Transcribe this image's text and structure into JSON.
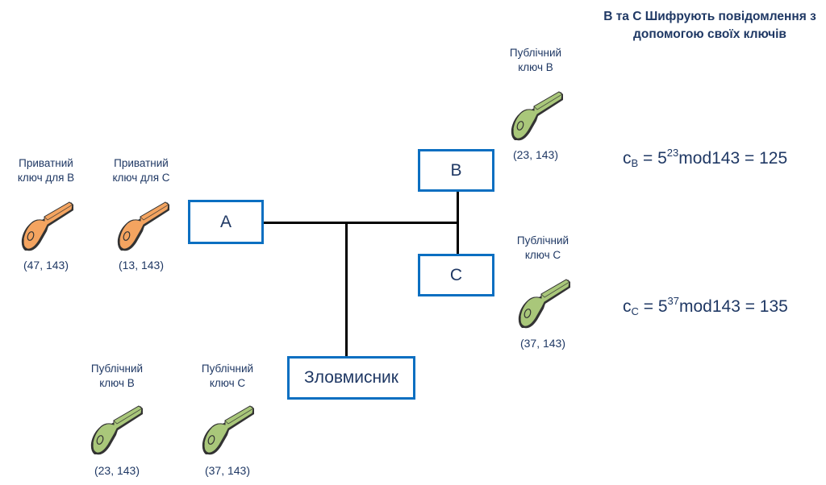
{
  "title": "В та С Шифрують повідомлення з допомогою своїх ключів",
  "nodes": {
    "a": "A",
    "b": "B",
    "c": "C",
    "attacker": "Зловмисник"
  },
  "keys": {
    "private_b": {
      "label1": "Приватний",
      "label2": "ключ для В",
      "value": "(47, 143)",
      "color": "#f4a460"
    },
    "private_c": {
      "label1": "Приватний",
      "label2": "ключ для С",
      "value": "(13, 143)",
      "color": "#f4a460"
    },
    "public_b_top": {
      "label1": "Публічний",
      "label2": "ключ В",
      "value": "(23, 143)",
      "color": "#a9c77a"
    },
    "public_c_right": {
      "label1": "Публічний",
      "label2": "ключ С",
      "value": "(37, 143)",
      "color": "#a9c77a"
    },
    "public_b_bottom": {
      "label1": "Публічний",
      "label2": "ключ В",
      "value": "(23, 143)",
      "color": "#a9c77a"
    },
    "public_c_bottom": {
      "label1": "Публічний",
      "label2": "ключ С",
      "value": "(37, 143)",
      "color": "#a9c77a"
    }
  },
  "formulas": {
    "b": {
      "c": "c",
      "sub": "B",
      "eq": " = 5",
      "exp": "23",
      "rest": "mod143 = 125"
    },
    "c": {
      "c": "c",
      "sub": "C",
      "eq": " = 5",
      "exp": "37",
      "rest": "mod143 = 135"
    }
  }
}
